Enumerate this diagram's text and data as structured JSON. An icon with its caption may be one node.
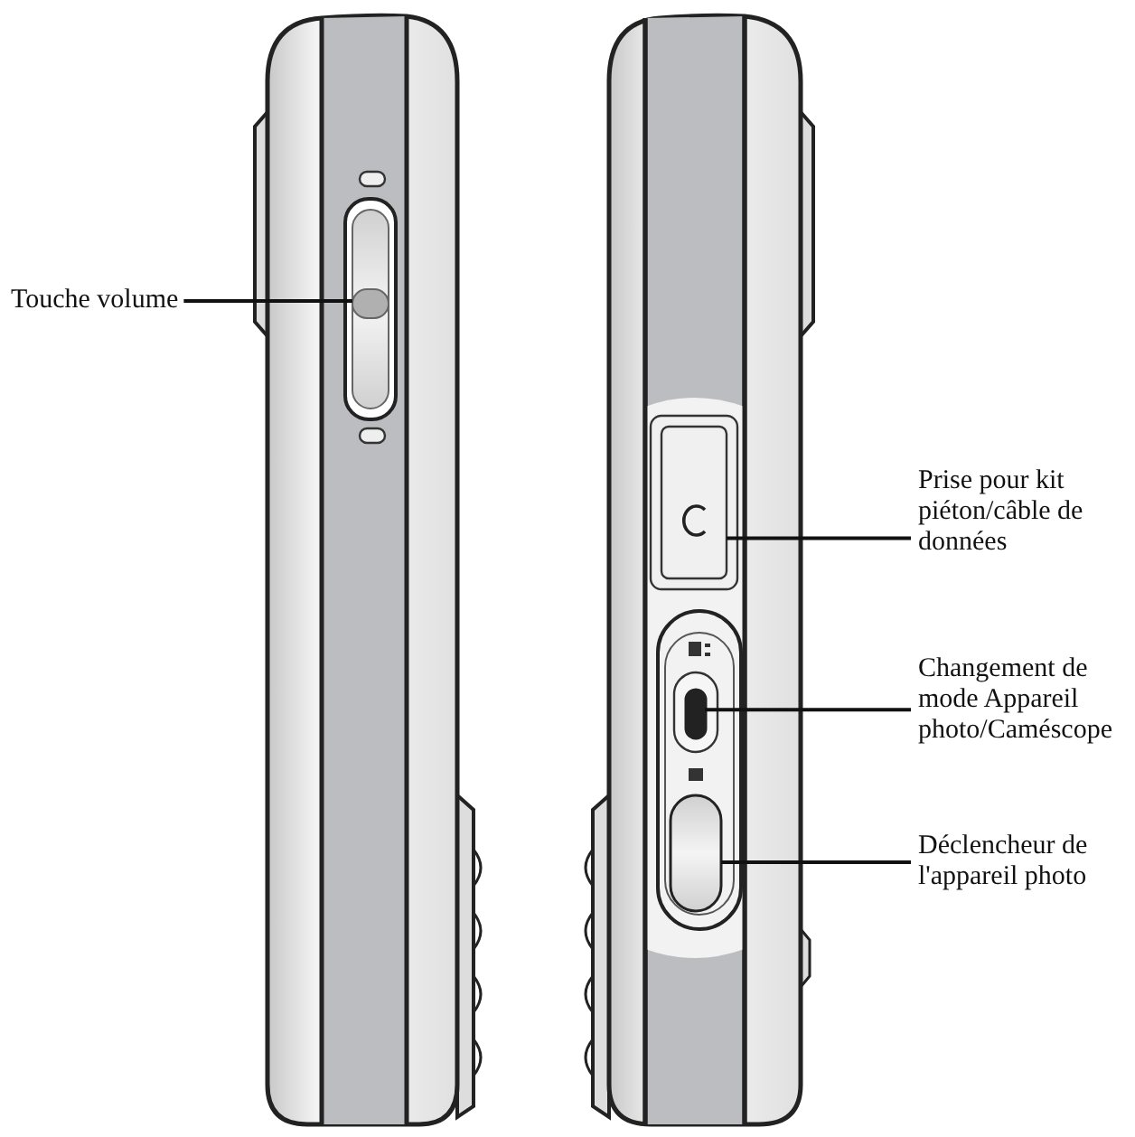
{
  "diagram": {
    "nodes": [
      {
        "text": [
          "Touche volume"
        ]
      },
      {
        "text": [],
        "shape": "button"
      },
      {
        "text": [
          "Prise pour kit piéton/câble de données"
        ]
      },
      {
        "text": [],
        "shape": "box"
      },
      {
        "text": [
          "Changement de mode Appareil photo/Caméscope"
        ]
      },
      {
        "text": [],
        "shape": "button"
      },
      {
        "text": [
          "Déclencheur de l'appareil photo"
        ]
      },
      {
        "text": [],
        "shape": "button"
      }
    ],
    "edges": [
      {
        "from": 0,
        "to": 1,
        "arrow": "none"
      },
      {
        "from": 2,
        "to": 3,
        "arrow": "none"
      },
      {
        "from": 4,
        "to": 5,
        "arrow": "none"
      },
      {
        "from": 6,
        "to": 7,
        "arrow": "none"
      }
    ]
  }
}
